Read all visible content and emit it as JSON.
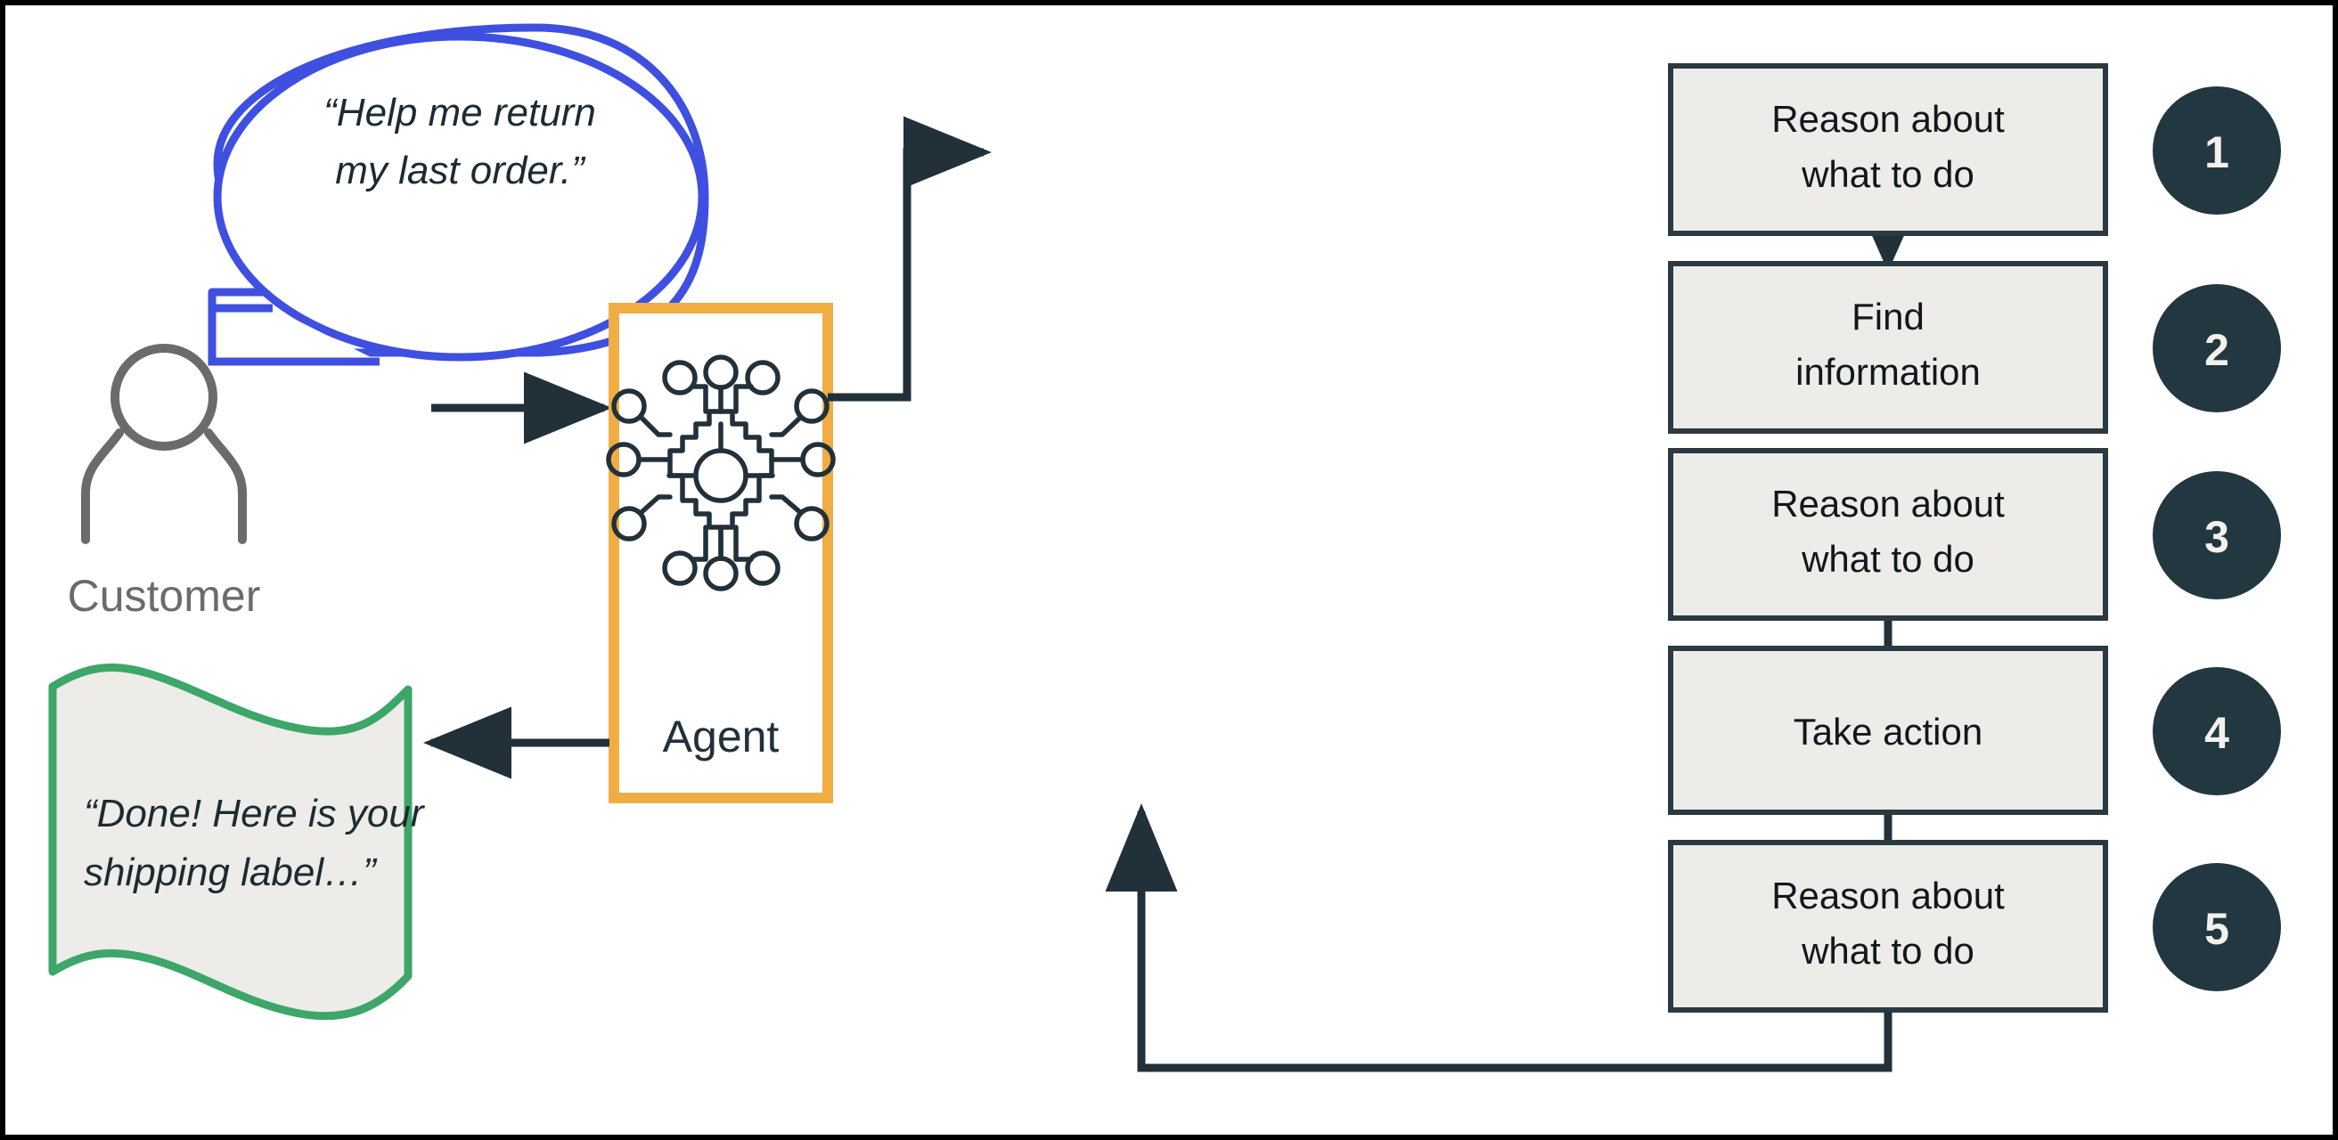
{
  "diagram": {
    "title": "Agent customer-service reasoning loop",
    "colors": {
      "frame_border": "#000000",
      "background": "#ffffff",
      "speech_bubble_border": "#3f4fe0",
      "banner_border": "#3da669",
      "banner_fill": "#edece8",
      "agent_border": "#f0ad43",
      "step_fill": "#edece8",
      "step_border": "#2b3a42",
      "badge_fill": "#233741",
      "badge_text": "#f2f1ec",
      "arrow": "#22303a",
      "customer_icon": "#6b6b6b",
      "customer_label": "#6b6b6b"
    }
  },
  "customer": {
    "label": "Customer",
    "icon": "person-icon",
    "request": "“Help me return\nmy last order.”",
    "request_line1": "“Help me return",
    "request_line2": "my last order.”"
  },
  "response": {
    "text_line1": "“Done! Here is your",
    "text_line2": "shipping label…”"
  },
  "agent": {
    "label": "Agent",
    "icon": "ai-network-icon"
  },
  "steps": [
    {
      "number": "1",
      "line1": "Reason about",
      "line2": "what to do"
    },
    {
      "number": "2",
      "line1": "Find",
      "line2": "information"
    },
    {
      "number": "3",
      "line1": "Reason about",
      "line2": "what to do"
    },
    {
      "number": "4",
      "line1": "Take action",
      "line2": ""
    },
    {
      "number": "5",
      "line1": "Reason about",
      "line2": "what to do"
    }
  ],
  "connectors": {
    "customer_to_agent": "arrow-right",
    "agent_to_steps": "elbow-arrow-up-right",
    "step1_to_step2": "arrow-down",
    "step2_to_step3": "none",
    "step3_to_step4": "line-down",
    "step4_to_step5": "line-down",
    "step5_to_agent": "feedback-elbow-arrow-up",
    "agent_to_response": "arrow-left"
  }
}
